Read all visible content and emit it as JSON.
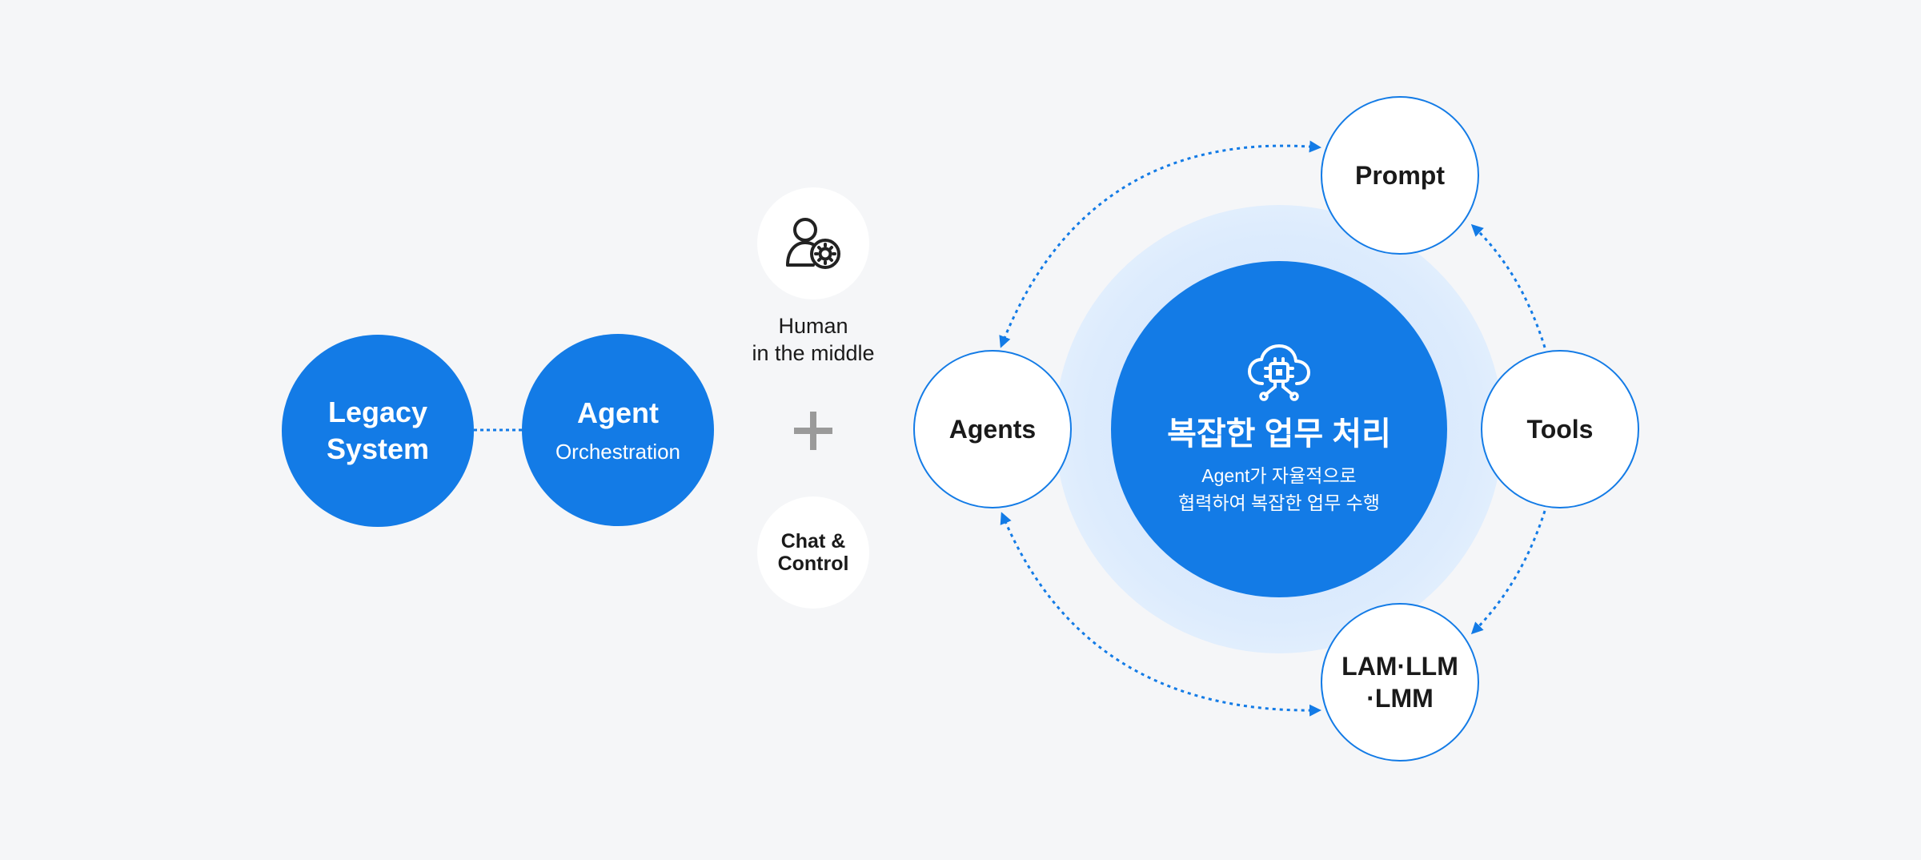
{
  "legacy_system": {
    "line1": "Legacy",
    "line2": "System"
  },
  "agent_orchestration": {
    "title": "Agent",
    "subtitle": "Orchestration"
  },
  "human_in_the_middle": {
    "line1": "Human",
    "line2": "in the middle",
    "icon": "user-gear-icon"
  },
  "chat_control": {
    "line1": "Chat &",
    "line2": "Control"
  },
  "core": {
    "icon": "cloud-chip-icon",
    "title": "복잡한 업무 처리",
    "desc_line1": "Agent가 자율적으로",
    "desc_line2": "협력하여 복잡한 업무 수행"
  },
  "nodes": {
    "prompt": "Prompt",
    "agents": "Agents",
    "tools": "Tools",
    "lam_line1": "LAM·LLM",
    "lam_line2": "·LMM"
  },
  "colors": {
    "accent": "#137be6",
    "background": "#f5f6f8",
    "halo": "#dcebfd",
    "plus": "#9a9a9a"
  }
}
